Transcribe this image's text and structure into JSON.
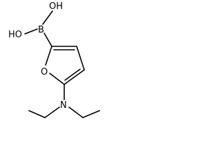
{
  "molecule": {
    "atoms": {
      "oh_top": "OH",
      "ho_left": "HO",
      "boron": "B",
      "ring_oxygen": "O",
      "nitrogen": "N"
    }
  }
}
